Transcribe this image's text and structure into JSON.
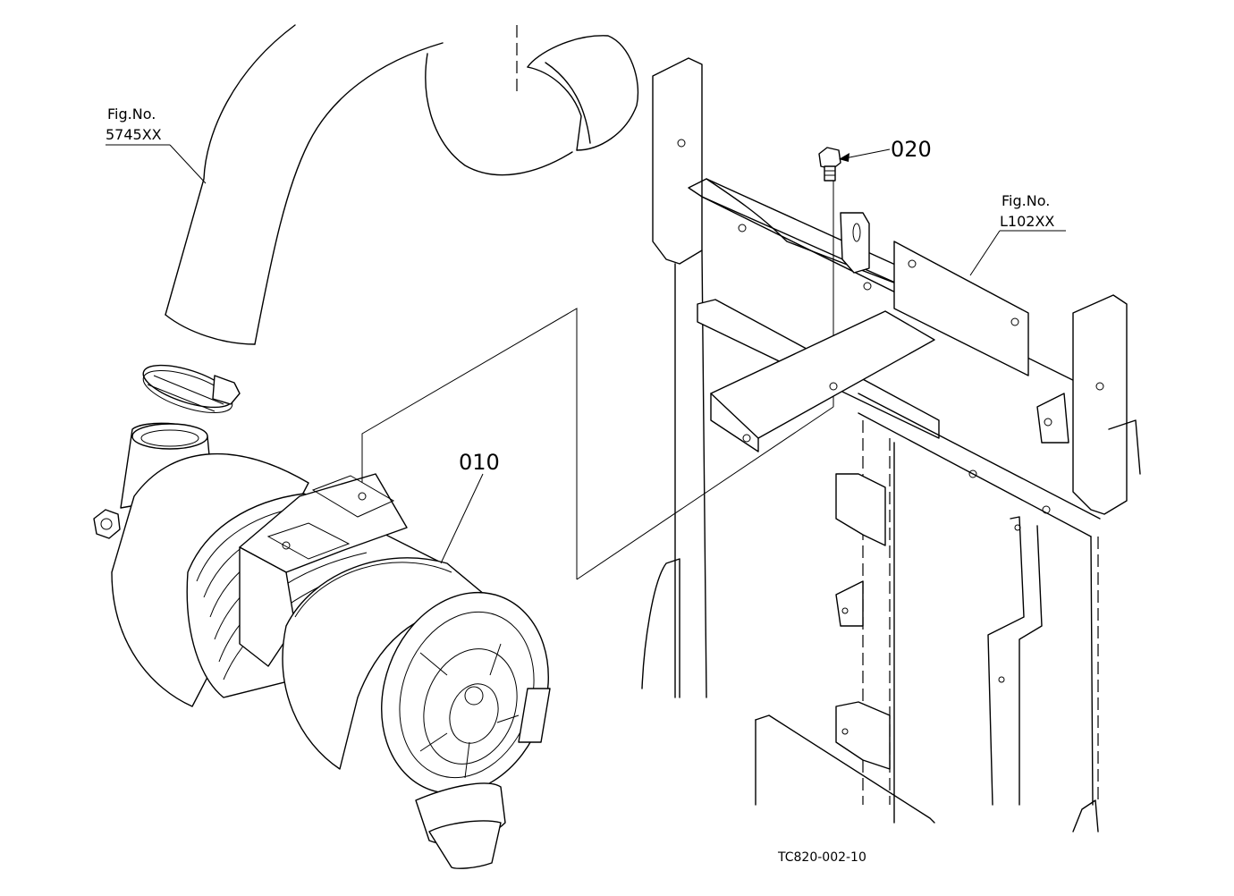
{
  "callouts": {
    "part_010": "010",
    "part_020": "020"
  },
  "figure_refs": {
    "hose": {
      "line1": "Fig.No.",
      "line2": "5745XX"
    },
    "frame": {
      "line1": "Fig.No.",
      "line2": "L102XX"
    }
  },
  "drawing_code": "TC820-002-10"
}
